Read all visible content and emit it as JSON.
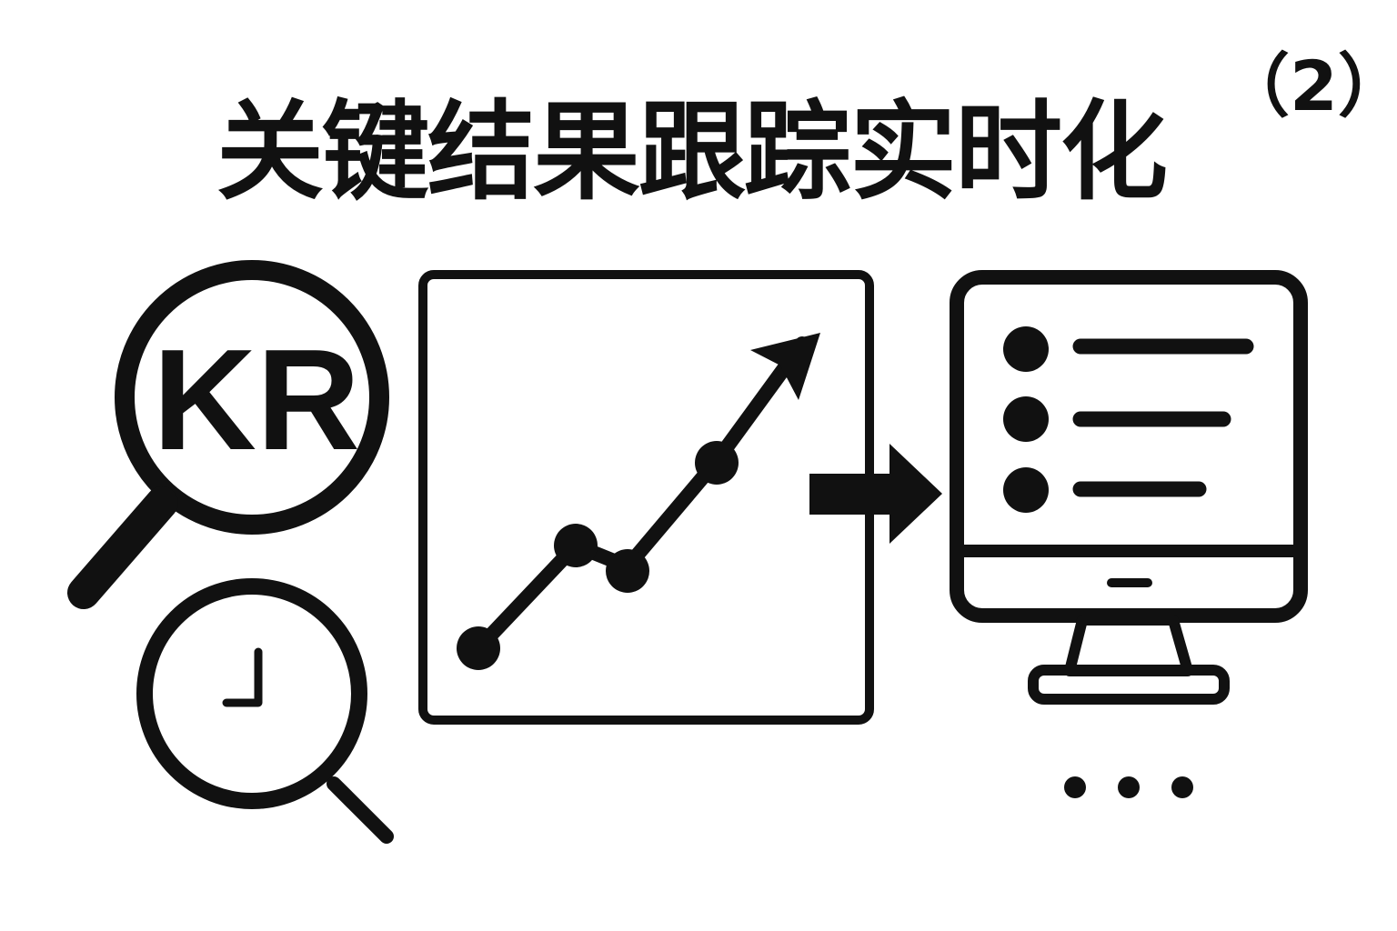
{
  "header": {
    "title": "关键结果跟踪实时化",
    "suffix": "（2）"
  },
  "magnifier": {
    "label": "KR"
  },
  "colors": {
    "ink": "#111111",
    "background": "#ffffff"
  },
  "icons": [
    "kr-magnifier-icon",
    "clock-magnifier-icon",
    "trend-chart-icon",
    "right-arrow-icon",
    "monitor-list-icon",
    "ellipsis-icon"
  ]
}
